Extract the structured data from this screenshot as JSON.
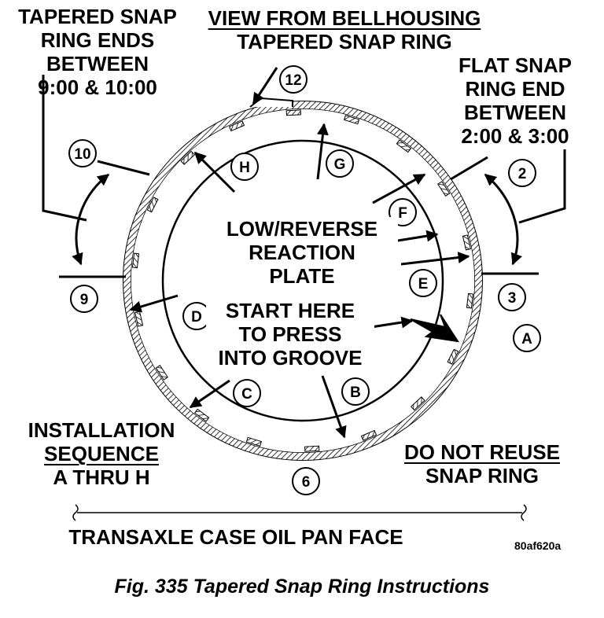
{
  "title": {
    "line1": "VIEW FROM BELLHOUSING",
    "line2": "TAPERED SNAP RING"
  },
  "tapered_note": {
    "l1": "TAPERED SNAP",
    "l2": "RING ENDS",
    "l3": "BETWEEN",
    "l4": "9:00 & 10:00"
  },
  "flat_note": {
    "l1": "FLAT SNAP",
    "l2": "RING END",
    "l3": "BETWEEN",
    "l4": "2:00 & 3:00"
  },
  "reaction_plate": {
    "l1": "LOW/REVERSE",
    "l2": "REACTION",
    "l3": "PLATE"
  },
  "start_here": {
    "l1": "START HERE",
    "l2": "TO PRESS",
    "l3": "INTO GROOVE"
  },
  "installation": {
    "l1": "INSTALLATION",
    "l2": "SEQUENCE",
    "l3": "A THRU H"
  },
  "do_not_reuse": {
    "l1": "DO NOT REUSE",
    "l2": "SNAP RING"
  },
  "oil_pan_face": "TRANSAXLE CASE OIL PAN FACE",
  "figure_code": "80af620a",
  "caption": "Fig. 335 Tapered Snap Ring Instructions",
  "clock_positions": {
    "p12": "12",
    "p10": "10",
    "p9": "9",
    "p6": "6",
    "p3": "3",
    "p2": "2"
  },
  "sequence_letters": {
    "a": "A",
    "b": "B",
    "c": "C",
    "d": "D",
    "e": "E",
    "f": "F",
    "g": "G",
    "h": "H"
  }
}
